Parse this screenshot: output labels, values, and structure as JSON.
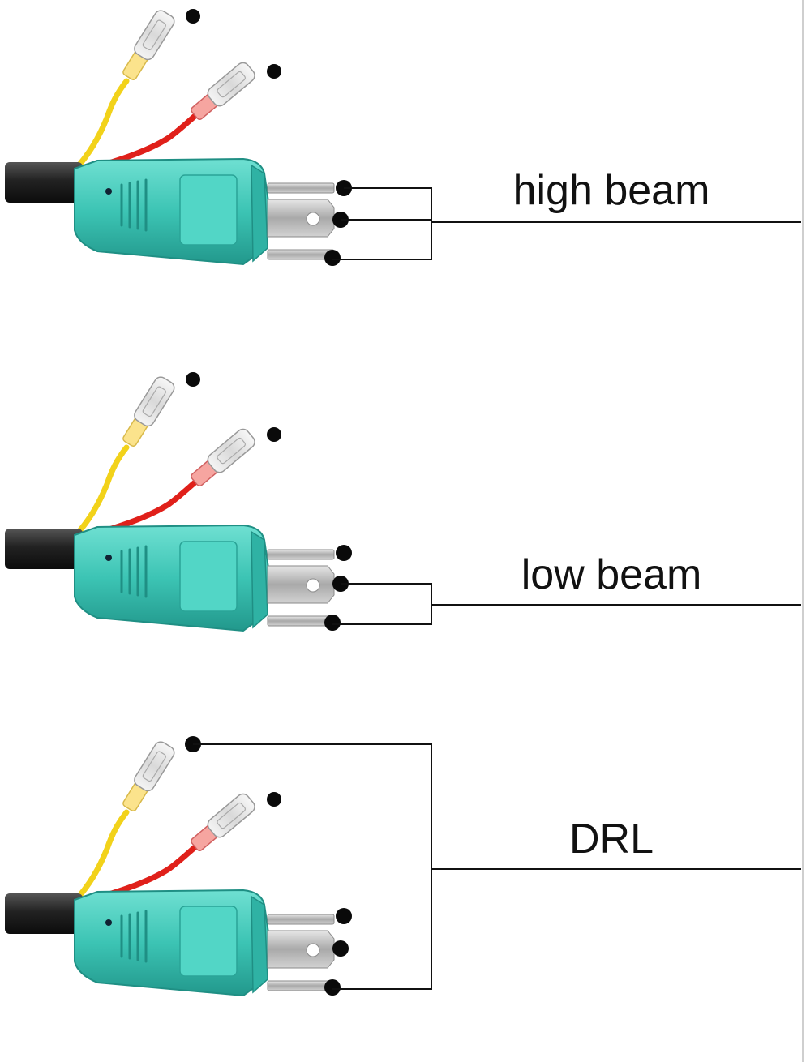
{
  "panels": [
    {
      "label": "high beam",
      "connected_terminals": [
        "pin-top",
        "pin-middle",
        "pin-bottom"
      ]
    },
    {
      "label": "low beam",
      "connected_terminals": [
        "pin-middle",
        "pin-bottom"
      ]
    },
    {
      "label": "DRL",
      "connected_terminals": [
        "yellow-wire-terminal",
        "pin-bottom"
      ]
    }
  ],
  "colors": {
    "plug_body": "#3cc4b4",
    "plug_shadow": "#1f8f84",
    "cable": "#2a2a2a",
    "yellow_wire": "#f2d21a",
    "red_wire": "#e0201a",
    "metal": "#b8b8b8",
    "line": "#111111"
  },
  "icons": [
    "h4-plug-icon",
    "spade-terminal-icon",
    "blade-pin-icon"
  ]
}
